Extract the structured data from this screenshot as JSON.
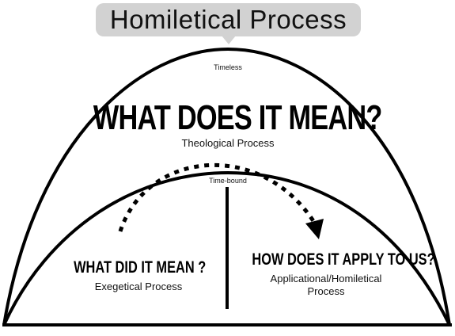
{
  "title": "Homiletical Process",
  "outer_label": "Timeless",
  "inner_label": "Time-bound",
  "theological": {
    "question": "WHAT DOES IT MEAN?",
    "process": "Theological Process"
  },
  "exegetical": {
    "question": "WHAT DID IT MEAN ?",
    "process": "Exegetical Process"
  },
  "applicational": {
    "question": "HOW DOES IT APPLY TO US?",
    "process_line1": "Applicational/Homiletical",
    "process_line2": "Process"
  },
  "colors": {
    "bubble": "#d2d2d2",
    "stroke": "#000000"
  }
}
